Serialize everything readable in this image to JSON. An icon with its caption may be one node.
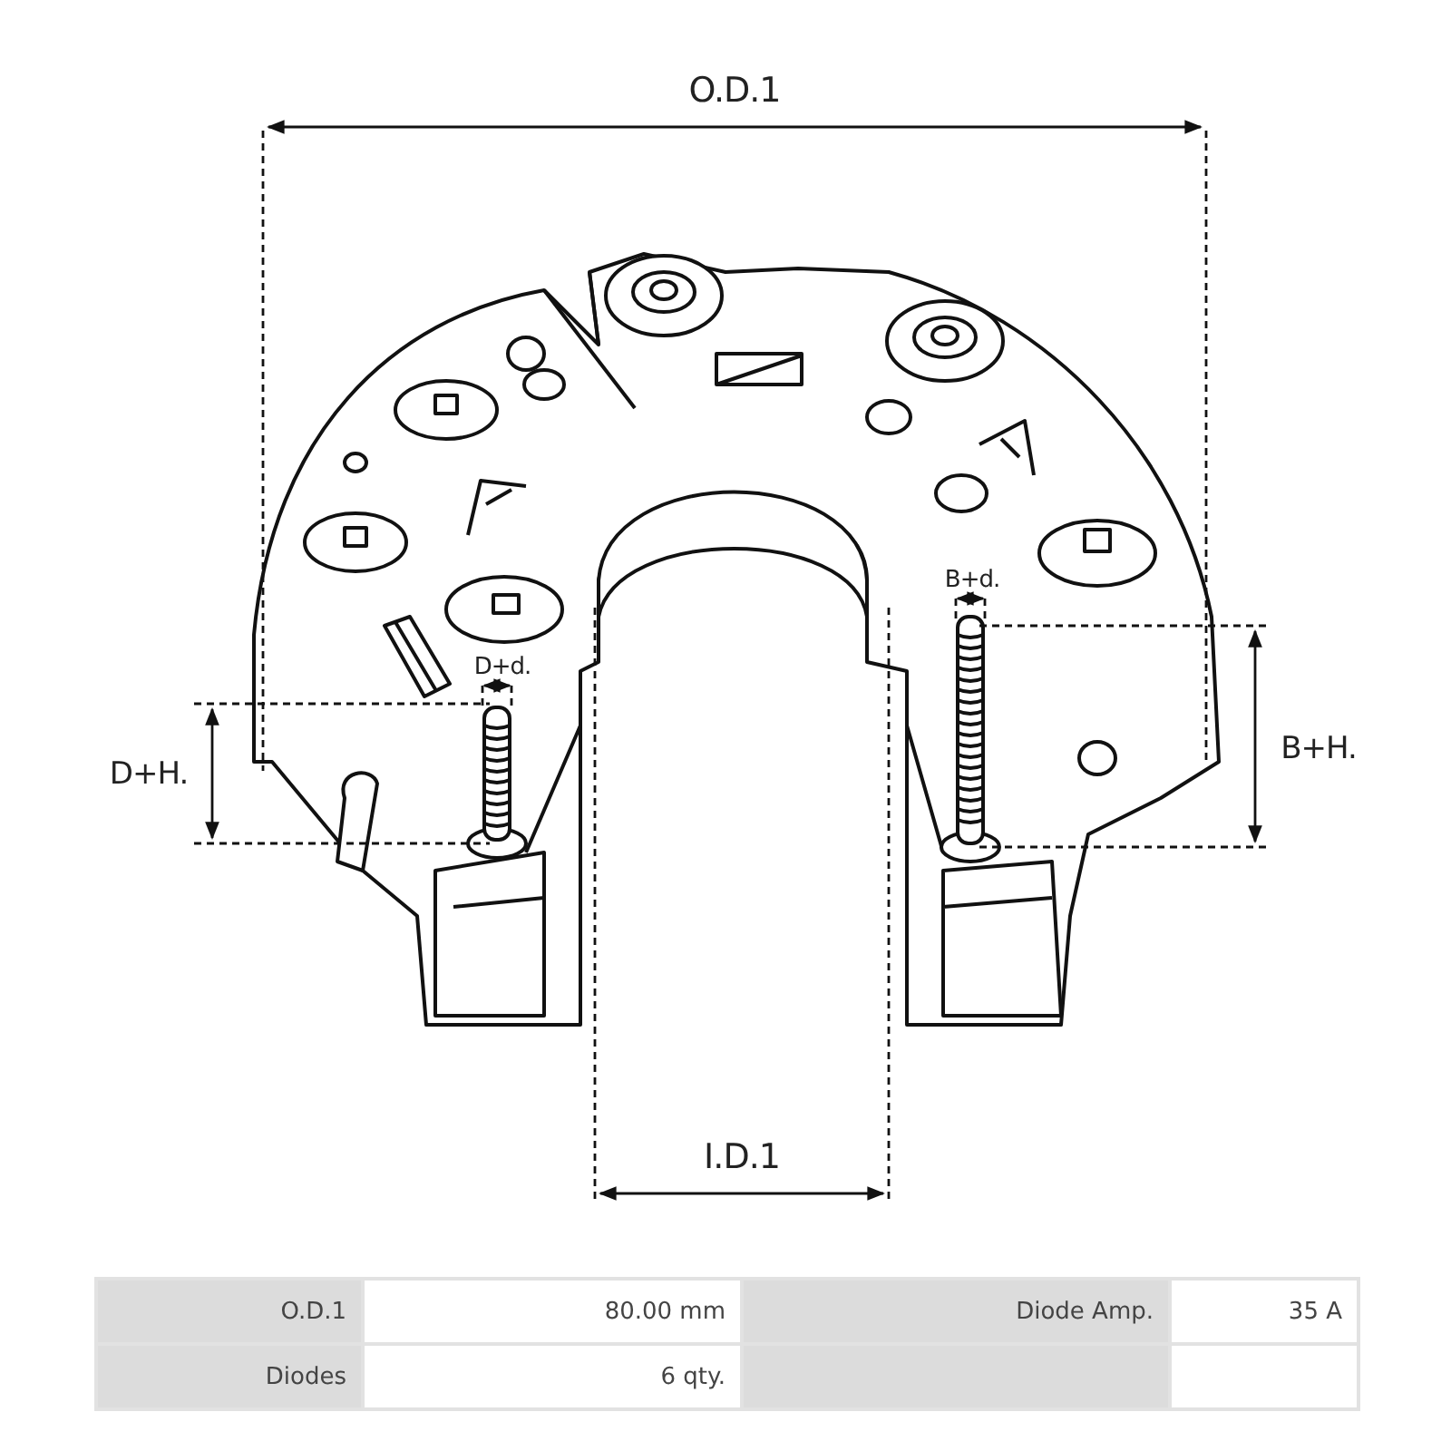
{
  "diagram": {
    "labels": [
      "O.D.1",
      "D+d.",
      "B+d.",
      "D+H.",
      "B+H.",
      "I.D.1",
      "O.D.1",
      "80.00 mm",
      "Diode Amp.",
      "35 A",
      "Diodes",
      "6 qty."
    ]
  }
}
